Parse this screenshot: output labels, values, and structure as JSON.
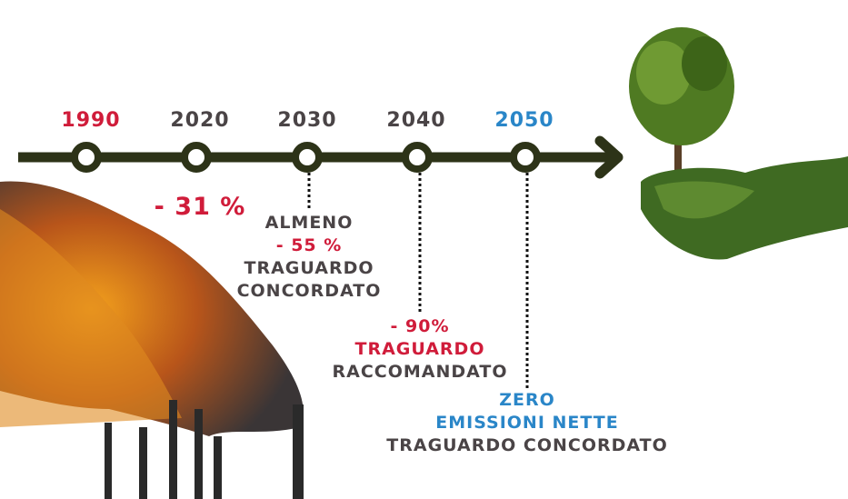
{
  "colors": {
    "red": "#d01c3a",
    "gray": "#4a4446",
    "blue": "#2a86c8",
    "line": "#2d3318"
  },
  "years": [
    "1990",
    "2020",
    "2030",
    "2040",
    "2050"
  ],
  "m2020": "- 31 %",
  "m2030": {
    "l1": "ALMENO",
    "l2": "- 55 %",
    "l3": "TRAGUARDO",
    "l4": "CONCORDATO"
  },
  "m2040": {
    "l1": "- 90%",
    "l2": "TRAGUARDO",
    "l3": "RACCOMANDATO"
  },
  "m2050": {
    "l1": "ZERO",
    "l2": "EMISSIONI NETTE",
    "l3": "TRAGUARDO CONCORDATO"
  }
}
